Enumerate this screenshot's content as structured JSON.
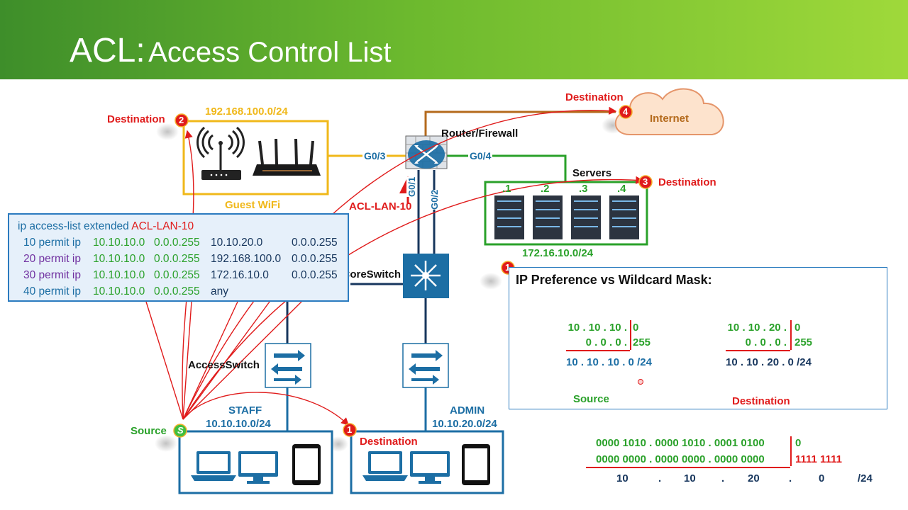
{
  "title": {
    "acronym": "ACL:",
    "subtitle": "Access Control List"
  },
  "network": {
    "guest_subnet": "192.168.100.0/24",
    "guest_label": "Guest WiFi",
    "router_label": "Router/Firewall",
    "g03": "G0/3",
    "g04": "G0/4",
    "g01": "G0/1",
    "g02": "G0/2",
    "acl_label": "ACL-LAN-10",
    "servers_label": "Servers",
    "server_ids": [
      ".1",
      ".2",
      ".3",
      ".4"
    ],
    "server_subnet": "172.16.10.0/24",
    "internet_label": "Internet",
    "core_switch": "CoreSwitch",
    "access_switch": "AccessSwitch",
    "staff_label": "STAFF",
    "staff_subnet": "10.10.10.0/24",
    "admin_label": "ADMIN",
    "admin_subnet": "10.10.20.0/24",
    "source_label": "Source",
    "source_badge": "S",
    "destination_label": "Destination",
    "badges": {
      "b1": "1",
      "b2": "2",
      "b3": "3",
      "b4": "4"
    }
  },
  "acl": {
    "header_prefix": "ip access-list extended",
    "header_name": "ACL-LAN-10",
    "rows": [
      {
        "seq": "10 permit ip",
        "src": "10.10.10.0",
        "swc": "0.0.0.255",
        "dst": "10.10.20.0",
        "dwc": "0.0.0.255"
      },
      {
        "seq": "20 permit ip",
        "src": "10.10.10.0",
        "swc": "0.0.0.255",
        "dst": "192.168.100.0",
        "dwc": "0.0.0.255"
      },
      {
        "seq": "30 permit ip",
        "src": "10.10.10.0",
        "swc": "0.0.0.255",
        "dst": "172.16.10.0",
        "dwc": "0.0.0.255"
      },
      {
        "seq": "40 permit ip",
        "src": "10.10.10.0",
        "swc": "0.0.0.255",
        "dst": "any",
        "dwc": ""
      }
    ]
  },
  "wildcard": {
    "badge": "1",
    "title": "IP Preference vs Wildcard Mask:",
    "src_ip": "10 . 10 . 10 .",
    "src_ip_last": "0",
    "src_mask": "0 .   0 .   0 .",
    "src_mask_last": "255",
    "src_result": "10 . 10 . 10 . 0 /24",
    "src_caption": "Source",
    "dst_ip": "10 . 10 . 20 .",
    "dst_ip_last": "0",
    "dst_mask": "0 .   0 .   0 .",
    "dst_mask_last": "255",
    "dst_result": "10 . 10 . 20 . 0 /24",
    "dst_caption": "Destination"
  },
  "binary": {
    "line1": "0000 1010 . 0000 1010 . 0001 0100",
    "line1_last": "0",
    "line2": "0000 0000 . 0000 0000 . 0000 0000",
    "line2_last": "1111 1111",
    "decimals": [
      "10",
      ".",
      "10",
      ".",
      "20",
      ".",
      "0",
      "/24"
    ]
  },
  "colors": {
    "green": "#2aa12a",
    "red": "#e01b1b",
    "blue": "#1c6ea4",
    "yellow": "#f0b81a",
    "orange": "#b46a1c",
    "navy": "#17365d"
  }
}
